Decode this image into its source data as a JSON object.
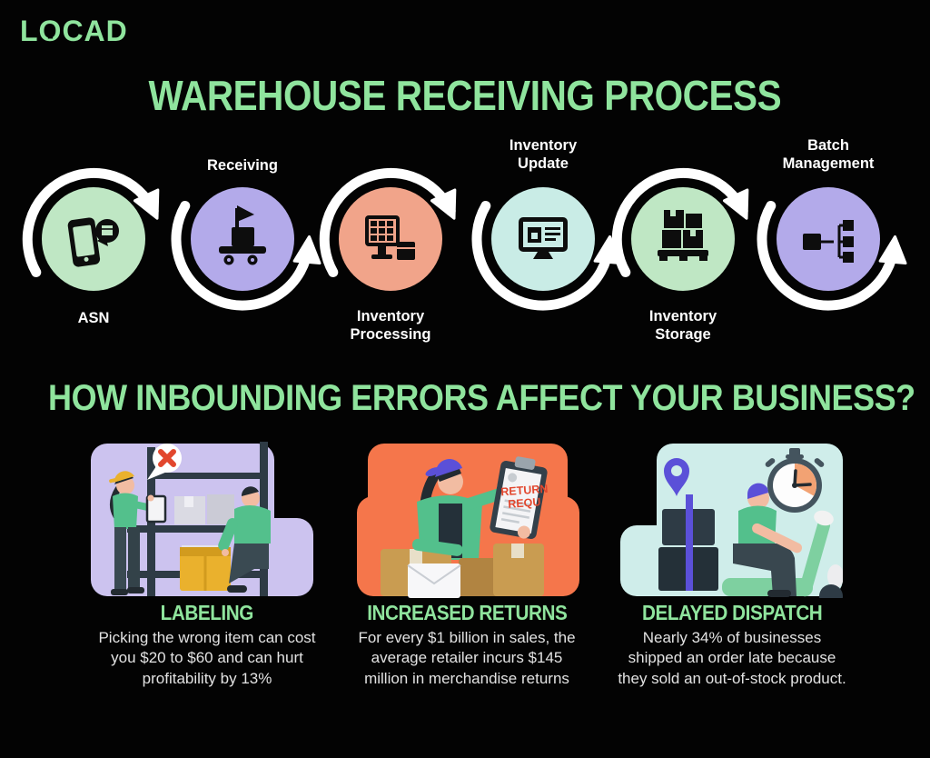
{
  "brand": {
    "logo_full": "LOCAD",
    "logo_first": "L",
    "logo_o": "O",
    "logo_rest": "CAD"
  },
  "headings": {
    "main": "WAREHOUSE RECEIVING PROCESS",
    "secondary": "HOW INBOUNDING ERRORS AFFECT YOUR BUSINESS?"
  },
  "process": {
    "steps": [
      {
        "label": "ASN",
        "label_position": "below",
        "circle_color": "#BFE7C4",
        "icon": "phone-asn-icon"
      },
      {
        "label": "Receiving",
        "label_position": "above",
        "circle_color": "#B3AAEA",
        "icon": "receiving-cart-icon"
      },
      {
        "label": "Inventory Processing",
        "label_position": "below",
        "circle_color": "#F1A48A",
        "icon": "processing-terminal-icon"
      },
      {
        "label": "Inventory Update",
        "label_position": "above",
        "circle_color": "#C9ECE6",
        "icon": "update-monitor-icon"
      },
      {
        "label": "Inventory Storage",
        "label_position": "below",
        "circle_color": "#BFE7C4",
        "icon": "storage-pallet-icon"
      },
      {
        "label": "Batch Management",
        "label_position": "above",
        "circle_color": "#B3AAEA",
        "icon": "batch-tree-icon"
      }
    ]
  },
  "cards": [
    {
      "title": "LABELING",
      "body": "Picking the wrong item can cost you $20 to $60 and can hurt profitability by 13%",
      "illustration": "warehouse-mislabel-scene",
      "illustration_bg": "#CCC3EF"
    },
    {
      "title": "INCREASED RETURNS",
      "body": "For every $1 billion in sales, the average retailer incurs $145 million in merchandise returns",
      "illustration": "return-request-scene",
      "illustration_bg": "#F5764B",
      "stamp_line1": "RETURN",
      "stamp_line2": "REQU"
    },
    {
      "title": "DELAYED DISPATCH",
      "body": "Nearly 34% of businesses shipped an order late because they sold an out-of-stock product.",
      "illustration": "delivery-scooter-scene",
      "illustration_bg": "#CFEDEA"
    }
  ],
  "icons": {
    "process": [
      "phone-asn-icon",
      "receiving-cart-icon",
      "processing-terminal-icon",
      "update-monitor-icon",
      "storage-pallet-icon",
      "batch-tree-icon"
    ],
    "cards": [
      "error-cross-bubble-icon",
      "clipboard-icon",
      "return-stamp",
      "location-pin-icon",
      "stopwatch-icon"
    ],
    "logo": [
      "logo-house-icon"
    ]
  },
  "colors": {
    "background": "#030303",
    "accent_green": "#8FE49D",
    "label_white": "#FFFFFF",
    "body_text": "#E2E2E2",
    "arrow_white": "#FFFFFF",
    "circle_green": "#BFE7C4",
    "circle_purple": "#B3AAEA",
    "circle_salmon": "#F1A48A",
    "circle_cyan": "#C9ECE6",
    "card_purple": "#CCC3EF",
    "card_orange": "#F5764B",
    "card_cyan": "#CFEDEA",
    "stamp_red": "#E2472E",
    "pin_purple": "#5B50D8",
    "box_tan": "#C99C51",
    "cap_yellow": "#EAB12D",
    "shirt_green": "#53C08C",
    "dark_slate": "#2E3B45"
  }
}
